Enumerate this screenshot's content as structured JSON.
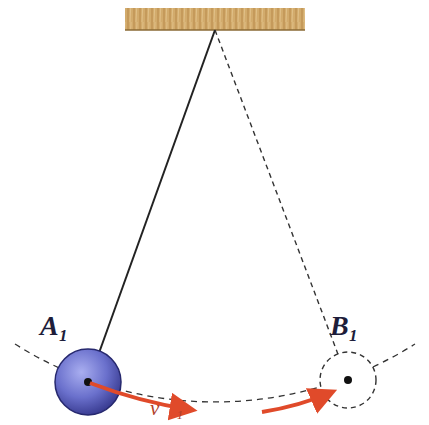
{
  "diagram": {
    "labels": [
      "A₁",
      "B₁",
      "v⃗₁"
    ]
  }
}
